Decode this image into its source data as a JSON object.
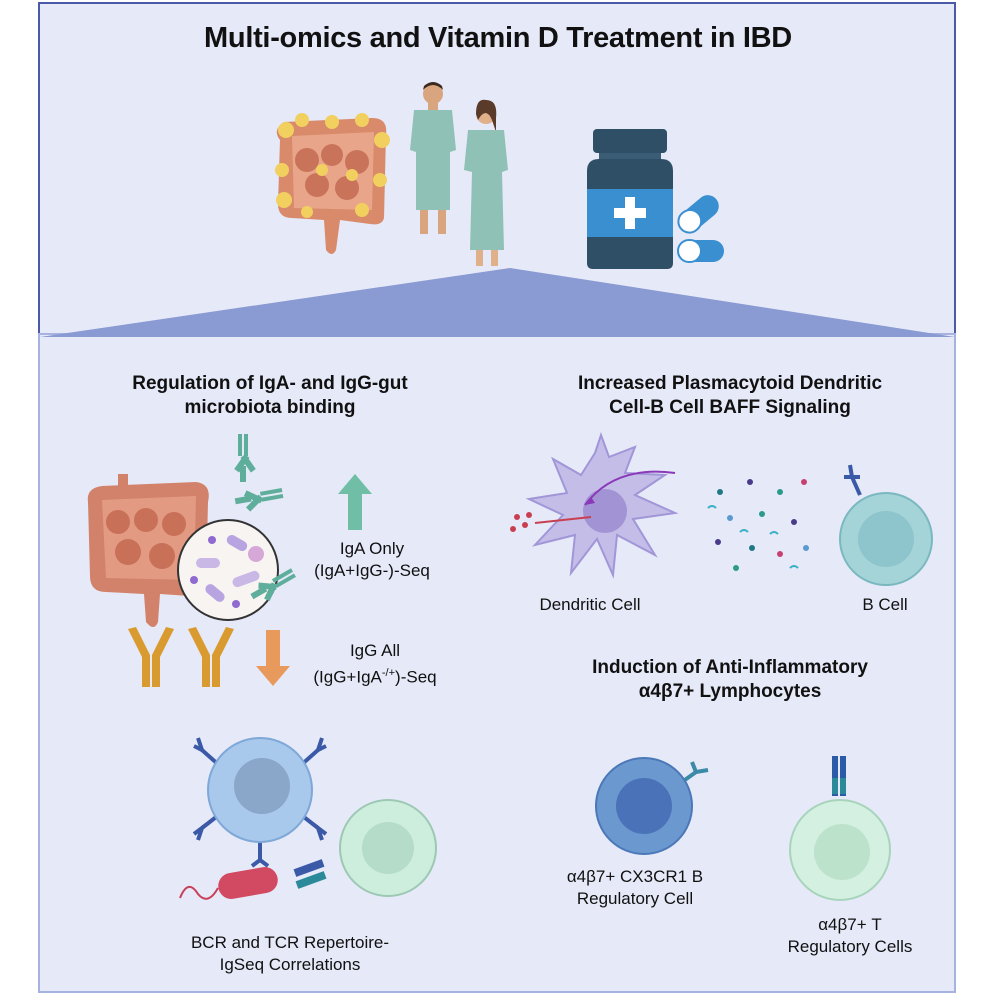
{
  "title": "Multi-omics and Vitamin D Treatment in IBD",
  "sections": {
    "iga_igg": {
      "heading_line1": "Regulation of IgA- and IgG-gut",
      "heading_line2": "microbiota binding",
      "iga_label_line1": "IgA Only",
      "iga_label_line2": "(IgA+IgG-)-Seq",
      "igg_label_line1": "IgG All",
      "igg_label_line2_pre": "(IgG+IgA",
      "igg_label_line2_sup": "-/+",
      "igg_label_line2_post": ")-Seq",
      "repertoire_line1": "BCR and TCR Repertoire-",
      "repertoire_line2": "IgSeq Correlations"
    },
    "pdc": {
      "heading_line1": "Increased Plasmacytoid Dendritic",
      "heading_line2": "Cell-B Cell BAFF Signaling",
      "dendritic_label": "Dendritic Cell",
      "bcell_label": "B Cell"
    },
    "lymphocytes": {
      "heading_line1": "Induction of Anti-Inflammatory",
      "heading_line2": "α4β7+ Lymphocytes",
      "breg_line1": "α4β7+ CX3CR1 B",
      "breg_line2": "Regulatory Cell",
      "treg_line1": "α4β7+ T",
      "treg_line2": "Regulatory Cells"
    }
  },
  "colors": {
    "panel_bg": "#e6e9f8",
    "panel_border": "#4a5aa6",
    "funnel": "#8a9ad2",
    "iga_arrow": "#6fbea5",
    "igg_arrow": "#e89a5c",
    "bottle": "#2f4f66",
    "pill": "#3a8fd0"
  },
  "icons": [
    "colon-icon",
    "patients-icon",
    "medicine-bottle-icon",
    "pill-icon",
    "microbiota-icon",
    "antibody-icon",
    "dendritic-cell-icon",
    "b-cell-icon",
    "t-cell-icon",
    "bacterium-icon"
  ]
}
